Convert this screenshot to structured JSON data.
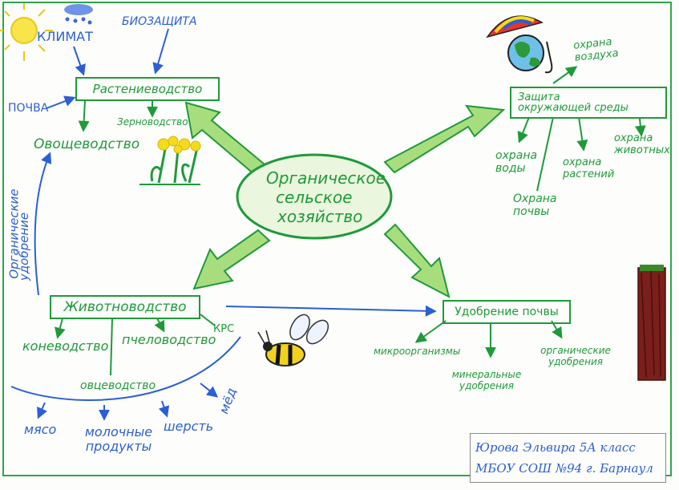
{
  "center": {
    "label_lines": [
      "Органическое",
      "сельское",
      "хозяйство"
    ]
  },
  "branches": {
    "crop": {
      "title": "Растениеводство",
      "inputs": [
        "КЛИМАТ",
        "БИОЗАЩИТА",
        "ПОЧВА"
      ],
      "children": [
        "Зерноводство",
        "Овощеводство"
      ]
    },
    "livestock": {
      "title": "Животноводство",
      "children": [
        "коневодство",
        "пчеловодство",
        "КРС",
        "овцеводство"
      ],
      "products": [
        "мясо",
        "молочные продукты",
        "шерсть",
        "мёд"
      ]
    },
    "environment": {
      "title_lines": [
        "Защита",
        "окружающей среды"
      ],
      "children": [
        "охрана воздуха",
        "охрана воды",
        "охрана растений",
        "охрана животных",
        "Охрана почвы"
      ]
    },
    "fertilizer": {
      "title": "Удобрение почвы",
      "children": [
        "микроорганизмы",
        "минеральные удобрения",
        "органические удобрения"
      ]
    }
  },
  "side_label_lines": [
    "Органические",
    "удобрение"
  ],
  "signature": {
    "line1": "Юрова Эльвира  5А класс",
    "line2": "МБОУ СОШ №94 г. Барнаул"
  },
  "colors": {
    "green": "#1f9a3a",
    "light_green": "#9fdc73",
    "blue": "#2b5fd3",
    "yellow": "#f4dc1a",
    "brown": "#7a1f1a"
  }
}
